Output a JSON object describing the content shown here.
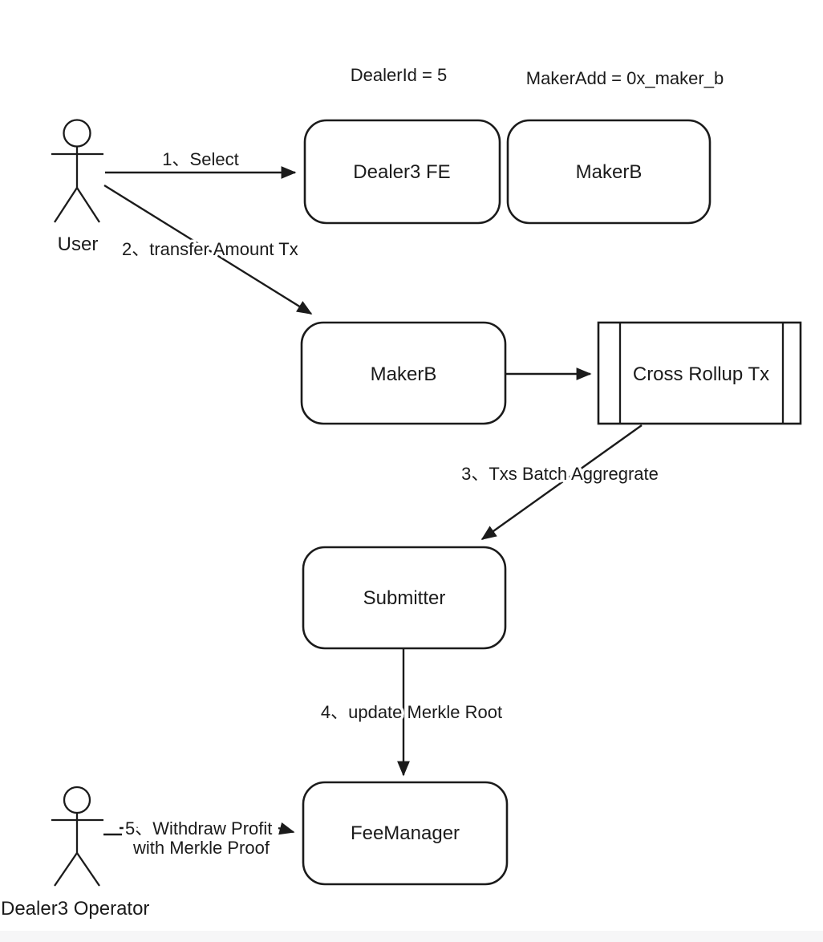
{
  "annotations": {
    "dealer_id": "DealerId = 5",
    "maker_add": "MakerAdd = 0x_maker_b"
  },
  "actors": [
    {
      "id": "user",
      "label": "User"
    },
    {
      "id": "dealer3-operator",
      "label": "Dealer3 Operator"
    }
  ],
  "nodes": [
    {
      "id": "dealer3-fe",
      "label": "Dealer3 FE"
    },
    {
      "id": "maker-b-top",
      "label": "MakerB"
    },
    {
      "id": "maker-b-mid",
      "label": "MakerB"
    },
    {
      "id": "cross-rollup-tx",
      "label": "Cross Rollup Tx"
    },
    {
      "id": "submitter",
      "label": "Submitter"
    },
    {
      "id": "fee-manager",
      "label": "FeeManager"
    }
  ],
  "edges": [
    {
      "id": "1",
      "label": "1、Select"
    },
    {
      "id": "2",
      "label": "2、transfer Amount Tx"
    },
    {
      "id": "3",
      "label": "3、Txs Batch Aggregrate"
    },
    {
      "id": "4",
      "label": "4、update Merkle Root"
    },
    {
      "id": "5",
      "label": "5、Withdraw Profit",
      "label2": "with Merkle Proof"
    }
  ],
  "colors": {
    "ink": "#1b1b1b",
    "background": "#ffffff",
    "footer_strip": "#f6f6f7"
  }
}
